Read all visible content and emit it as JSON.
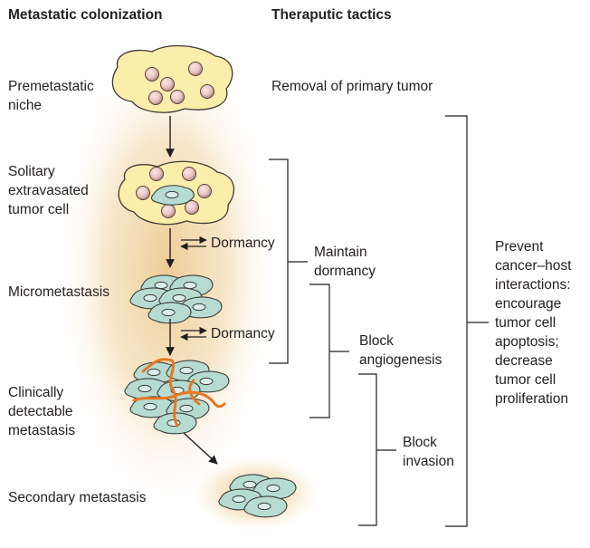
{
  "headers": {
    "left": "Metastatic colonization",
    "right": "Theraputic tactics"
  },
  "stages": [
    {
      "label": "Premetastatic\nniche"
    },
    {
      "label": "Solitary\nextravasated\ntumor cell"
    },
    {
      "label": "Micrometastasis"
    },
    {
      "label": "Clinically\ndetectable\nmetastasis"
    },
    {
      "label": "Secondary metastasis"
    }
  ],
  "dormancy": [
    "Dormancy",
    "Dormancy"
  ],
  "tactics": {
    "removal": "Removal of primary tumor",
    "maintain": "Maintain\ndormancy",
    "angiogenesis": "Block\nangiogenesis",
    "invasion": "Block\ninvasion",
    "prevent": "Prevent\ncancer–host\ninteractions:\nencourage\ntumor cell\napoptosis;\ndecrease\ntumor cell\nproliferation"
  },
  "colors": {
    "niche_fill": "#fbeeaa",
    "niche_stroke": "#3c3a36",
    "cell_fill": "#b6dcd2",
    "vessel": "#e87722",
    "glow": "#f3dcb5",
    "line": "#231f20"
  }
}
